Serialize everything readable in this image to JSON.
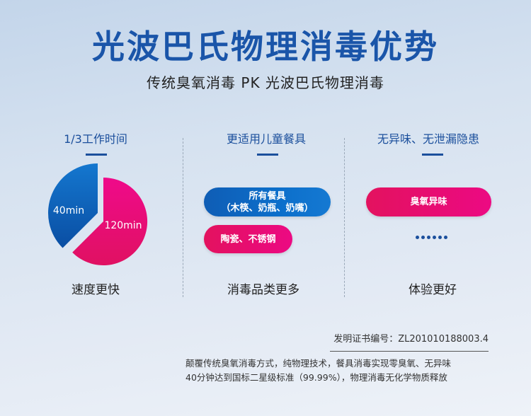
{
  "header": {
    "title": "光波巴氏物理消毒优势",
    "subtitle": "传统臭氧消毒 PK 光波巴氏物理消毒"
  },
  "columns": [
    {
      "title": "1/3工作时间",
      "footer": "速度更快",
      "pie": {
        "slices": [
          {
            "label": "40min",
            "value": 40,
            "color": "#0f5fb5"
          },
          {
            "label": "120min",
            "value": 120,
            "color": "#e8117a"
          }
        ]
      }
    },
    {
      "title": "更适用儿童餐具",
      "footer": "消毒品类更多",
      "pills": [
        {
          "line1": "所有餐具",
          "line2": "（木筷、奶瓶、奶嘴）",
          "color": "blue"
        },
        {
          "line1": "陶瓷、不锈钢",
          "color": "pink"
        }
      ]
    },
    {
      "title": "无异味、无泄漏隐患",
      "footer": "体验更好",
      "pills": [
        {
          "line1": "臭氧异味",
          "color": "pink"
        }
      ],
      "dots": "••••••"
    }
  ],
  "patent": {
    "text": "发明证书编号：ZL201010188003.4"
  },
  "description": {
    "line1": "颠覆传统臭氧消毒方式，纯物理技术，餐具消毒实现零臭氧、无异味",
    "line2": "40分钟达到国标二星级标准（99.99%），物理消毒无化学物质释放"
  },
  "colors": {
    "brand_blue": "#1a55a9",
    "accent_pink": "#e8117a",
    "pill_blue": "#0c6fcb"
  }
}
